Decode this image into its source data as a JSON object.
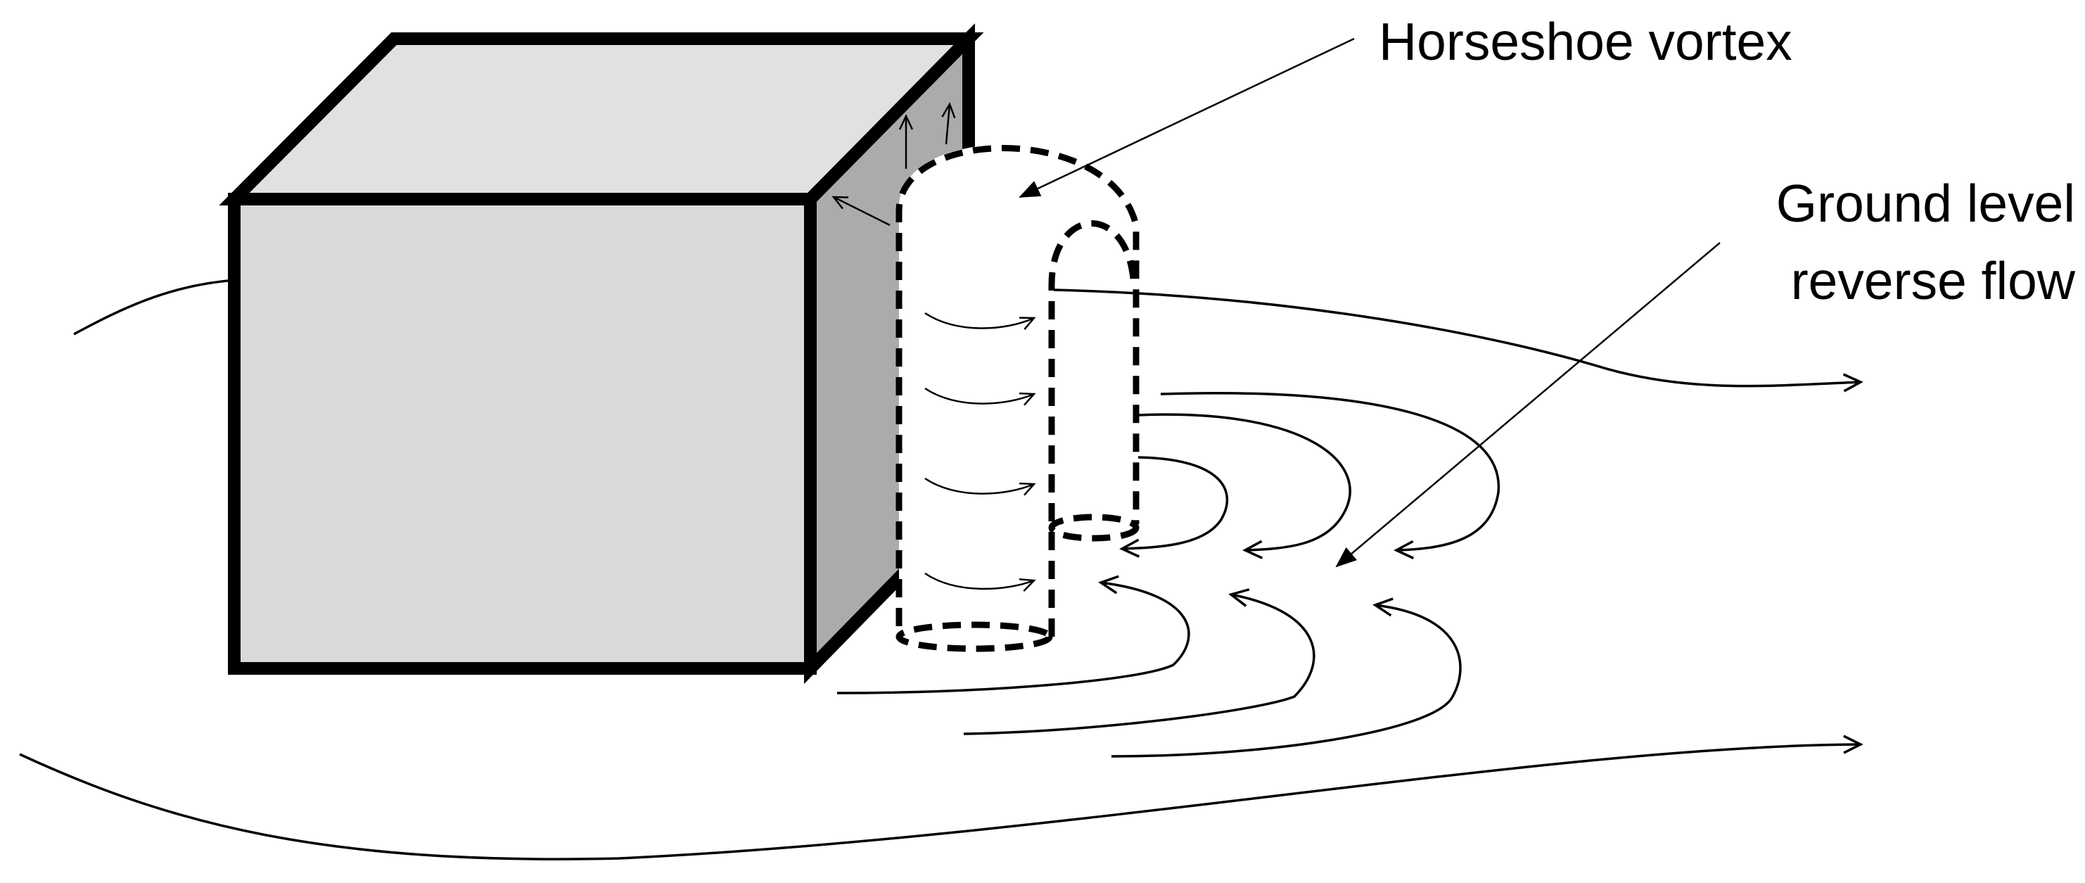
{
  "diagram": {
    "labels": {
      "horseshoe_vortex": "Horseshoe vortex",
      "ground_level_line1": "Ground level",
      "ground_level_line2": "reverse flow"
    },
    "colors": {
      "cube_front": "#d9d9d9",
      "cube_top": "#e1e1e1",
      "cube_side": "#ababab",
      "stroke": "#000000",
      "background": "#ffffff"
    }
  }
}
